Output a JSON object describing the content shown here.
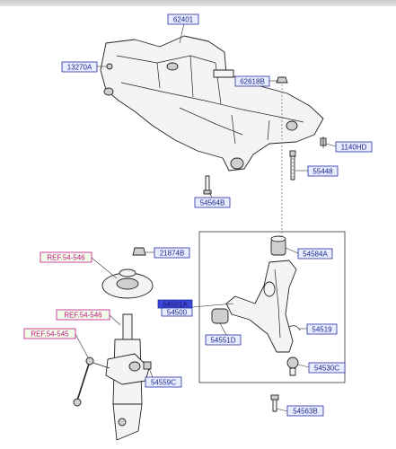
{
  "labels": {
    "p62401": "62401",
    "p13270A": "13270A",
    "p62618B": "62618B",
    "p1140HD": "1140HD",
    "p55448": "55448",
    "p54564B": "54564B",
    "p21874B": "21874B",
    "p54584A": "54584A",
    "p54501A": "54501A",
    "p54500": "54500",
    "p54519": "54519",
    "p54551D": "54551D",
    "p54530C": "54530C",
    "p54559C": "54559C",
    "p54563B": "54563B"
  },
  "refs": {
    "r1": "REF.54-546",
    "r2": "REF.54-546",
    "r3": "REF.54-545"
  },
  "colors": {
    "label_text": "#1a2a8c",
    "ref_text": "#c0148a",
    "highlight": "#3a46d8"
  }
}
